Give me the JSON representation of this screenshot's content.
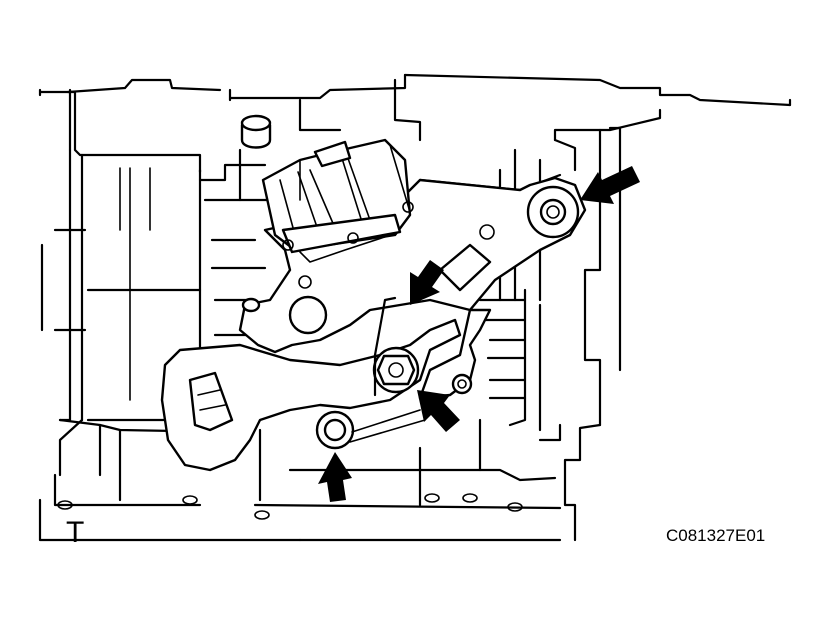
{
  "labels": {
    "corner_mark": "T",
    "figure_code": "C081327E01"
  },
  "arrows": [
    {
      "name": "arrow-upper-right-bolt"
    },
    {
      "name": "arrow-upper-center"
    },
    {
      "name": "arrow-center-right"
    },
    {
      "name": "arrow-lower-left-bolt"
    }
  ],
  "colors": {
    "line": "#000000",
    "background": "#ffffff"
  }
}
